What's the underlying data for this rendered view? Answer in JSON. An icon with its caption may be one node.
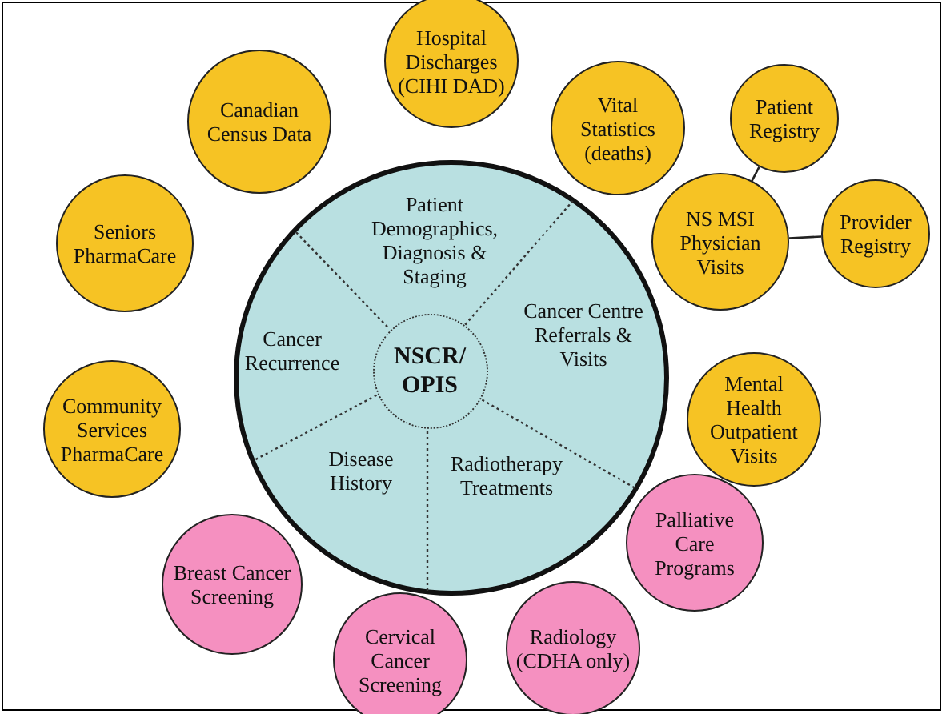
{
  "diagram": {
    "nodes": [
      {
        "text": [],
        "shape": "circle"
      },
      {
        "text": [
          "Patient Demographics, Diagnosis & Staging"
        ],
        "in": 0
      },
      {
        "text": [
          "Cancer Recurrence"
        ],
        "in": 0
      },
      {
        "text": [
          "NSCR/ OPIS"
        ],
        "in": 0
      },
      {
        "text": [
          "Cancer Centre Referrals & Visits"
        ],
        "in": 0
      },
      {
        "text": [
          "Disease History"
        ],
        "in": 0
      },
      {
        "text": [
          "Radiotherapy Treatments"
        ],
        "in": 0
      },
      {
        "text": [
          "Hospital Discharges (CIHI DAD)"
        ]
      },
      {
        "text": [
          "Canadian Census Data"
        ]
      },
      {
        "text": [
          "Vital Statistics (deaths)"
        ]
      },
      {
        "text": [
          "Patient Registry"
        ]
      },
      {
        "text": [
          "Seniors PharmaCare"
        ]
      },
      {
        "text": [
          "NS MSI Physician Visits"
        ]
      },
      {
        "text": [
          "Provider Registry"
        ]
      },
      {
        "text": [
          "Mental Health Outpatient Visits"
        ]
      },
      {
        "text": [
          "Community Services PharmaCare"
        ]
      },
      {
        "text": [
          "Palliative Care Programs"
        ]
      },
      {
        "text": [
          "Breast Cancer Screening"
        ]
      },
      {
        "text": [
          "Radiology (CDHA only)"
        ]
      },
      {
        "text": [
          "Cervical Cancer Screening"
        ]
      }
    ],
    "edges": [
      {
        "from": 12,
        "to": 10,
        "arrow": "none"
      },
      {
        "from": 12,
        "to": 13,
        "arrow": "none"
      }
    ]
  }
}
